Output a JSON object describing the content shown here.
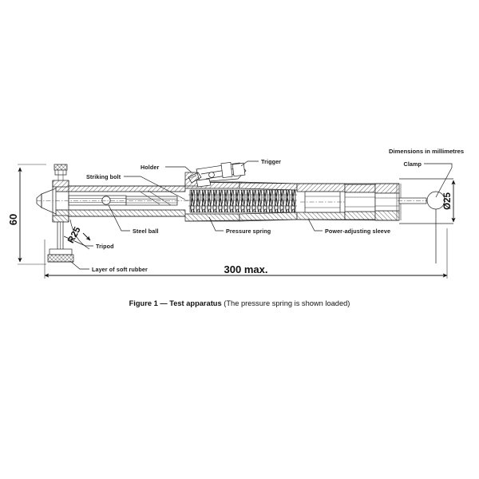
{
  "figure": {
    "caption_bold": "Figure 1 — Test apparatus",
    "caption_rest": "(The pressure spring is shown loaded)",
    "note_units": "Dimensions in millimetres"
  },
  "callouts": {
    "holder": "Holder",
    "striking_bolt": "Striking bolt",
    "trigger": "Trigger",
    "steel_ball": "Steel ball",
    "pressure_spring": "Pressure spring",
    "power_adjusting_sleeve": "Power-adjusting sleeve",
    "tripod": "Tripod",
    "layer_soft_rubber": "Layer of soft rubber",
    "clamp": "Clamp"
  },
  "dimensions": {
    "height_60": "60",
    "radius_r25": "R25",
    "length_300_max": "300 max.",
    "diameter_25": "Ø25"
  },
  "colors": {
    "ink": "#222222",
    "background": "#ffffff",
    "text": "#121212"
  }
}
